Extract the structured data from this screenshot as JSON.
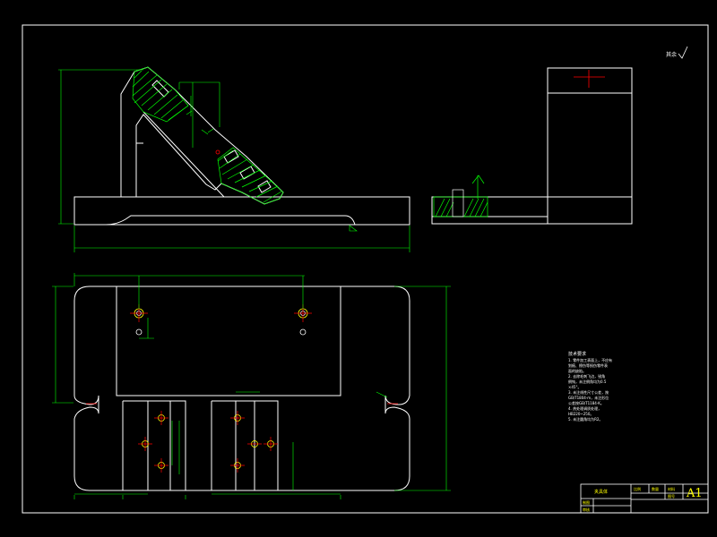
{
  "colors": {
    "background": "#000000",
    "outline": "#ffffff",
    "dimension": "#00ff00",
    "hatch": "#00ff00",
    "center": "#ff0000",
    "annotation_text": "#ffffff",
    "title_text": "#ffff00"
  },
  "roughness_note": "其余",
  "notes": {
    "title": "技术要求",
    "lines": [
      "1. 零件加工表面上，不应有",
      "划痕、擦伤等损伤零件表",
      "面的缺陷。",
      "2. 去除毛刺飞边，锐角",
      "倒钝，未注倒角均为0.5",
      "×45°。",
      "3. 未注线性尺寸公差，按",
      "GB/T1804-m，未注形位",
      "公差按GB/T1184-K。",
      "4. 热处理调质处理，",
      "HB220~250。",
      "5. 未注圆角均为R2。"
    ]
  },
  "title_block": {
    "part_name": "夹具体",
    "sheet_size": "A1",
    "cells": [
      "比例",
      "数量",
      "材料",
      "图号"
    ],
    "rows": [
      "制图",
      "审核"
    ]
  }
}
